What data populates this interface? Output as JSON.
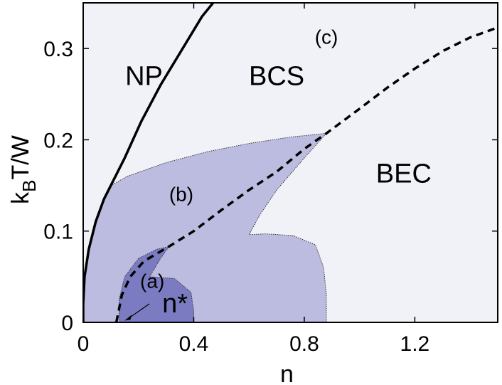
{
  "chart_data": {
    "type": "area",
    "xlabel": "n",
    "ylabel_main": "k",
    "ylabel_sub": "B",
    "ylabel_rest": "T/W",
    "xlim": [
      0,
      1.5
    ],
    "ylim": [
      0,
      0.35
    ],
    "xticks": [
      {
        "value": 0,
        "label": "0"
      },
      {
        "value": 0.4,
        "label": "0.4"
      },
      {
        "value": 0.8,
        "label": "0.8"
      },
      {
        "value": 1.2,
        "label": "1.2"
      }
    ],
    "yticks": [
      {
        "value": 0,
        "label": "0"
      },
      {
        "value": 0.1,
        "label": "0.1"
      },
      {
        "value": 0.2,
        "label": "0.2"
      },
      {
        "value": 0.3,
        "label": "0.3"
      }
    ],
    "colors": {
      "background": "#f1f1f8",
      "region_b": "#bcbce0",
      "region_a": "#7b7bc2",
      "line": "#000000"
    },
    "regions": [
      {
        "name": "NP",
        "x": 0.22,
        "y": 0.26
      },
      {
        "name": "BCS",
        "x": 0.7,
        "y": 0.26
      },
      {
        "name": "BEC",
        "x": 1.16,
        "y": 0.153
      }
    ],
    "panel_labels": [
      {
        "text": "(c)",
        "x": 0.88,
        "y": 0.305
      },
      {
        "text": "(b)",
        "x": 0.355,
        "y": 0.133
      },
      {
        "text": "(a)",
        "x": 0.25,
        "y": 0.038
      }
    ],
    "annotation": {
      "text": "n*",
      "x": 0.255,
      "y": 0.011,
      "arrow_to": [
        0.15,
        0.002
      ]
    },
    "solid_boundary": [
      [
        0.0,
        0.0
      ],
      [
        0.0,
        0.02
      ],
      [
        0.005,
        0.05
      ],
      [
        0.02,
        0.08
      ],
      [
        0.045,
        0.11
      ],
      [
        0.075,
        0.135
      ],
      [
        0.1,
        0.15
      ],
      [
        0.15,
        0.18
      ],
      [
        0.21,
        0.22
      ],
      [
        0.28,
        0.26
      ],
      [
        0.36,
        0.3
      ],
      [
        0.43,
        0.335
      ],
      [
        0.47,
        0.35
      ]
    ],
    "dashed_crossover": [
      [
        0.12,
        0.0
      ],
      [
        0.14,
        0.03
      ],
      [
        0.17,
        0.05
      ],
      [
        0.22,
        0.067
      ],
      [
        0.31,
        0.083
      ],
      [
        0.4,
        0.1
      ],
      [
        0.5,
        0.123
      ],
      [
        0.6,
        0.145
      ],
      [
        0.7,
        0.165
      ],
      [
        0.8,
        0.19
      ],
      [
        0.88,
        0.207
      ],
      [
        1.0,
        0.234
      ],
      [
        1.1,
        0.257
      ],
      [
        1.2,
        0.278
      ],
      [
        1.3,
        0.297
      ],
      [
        1.4,
        0.312
      ],
      [
        1.5,
        0.323
      ]
    ],
    "region_b_boundary": [
      [
        0.0,
        0.0
      ],
      [
        0.0,
        0.02
      ],
      [
        0.005,
        0.05
      ],
      [
        0.02,
        0.08
      ],
      [
        0.045,
        0.11
      ],
      [
        0.075,
        0.135
      ],
      [
        0.1,
        0.15
      ],
      [
        0.16,
        0.16
      ],
      [
        0.3,
        0.175
      ],
      [
        0.45,
        0.187
      ],
      [
        0.6,
        0.196
      ],
      [
        0.75,
        0.203
      ],
      [
        0.88,
        0.207
      ],
      [
        0.8,
        0.18
      ],
      [
        0.7,
        0.145
      ],
      [
        0.64,
        0.118
      ],
      [
        0.6,
        0.096
      ],
      [
        0.66,
        0.097
      ],
      [
        0.76,
        0.095
      ],
      [
        0.84,
        0.085
      ],
      [
        0.87,
        0.06
      ],
      [
        0.88,
        0.03
      ],
      [
        0.88,
        0.0
      ]
    ],
    "region_a_boundary": [
      [
        0.13,
        0.0
      ],
      [
        0.13,
        0.025
      ],
      [
        0.15,
        0.05
      ],
      [
        0.2,
        0.07
      ],
      [
        0.265,
        0.08
      ],
      [
        0.31,
        0.083
      ],
      [
        0.28,
        0.07
      ],
      [
        0.24,
        0.05
      ],
      [
        0.33,
        0.048
      ],
      [
        0.39,
        0.033
      ],
      [
        0.4,
        0.012
      ],
      [
        0.4,
        0.0
      ]
    ]
  }
}
